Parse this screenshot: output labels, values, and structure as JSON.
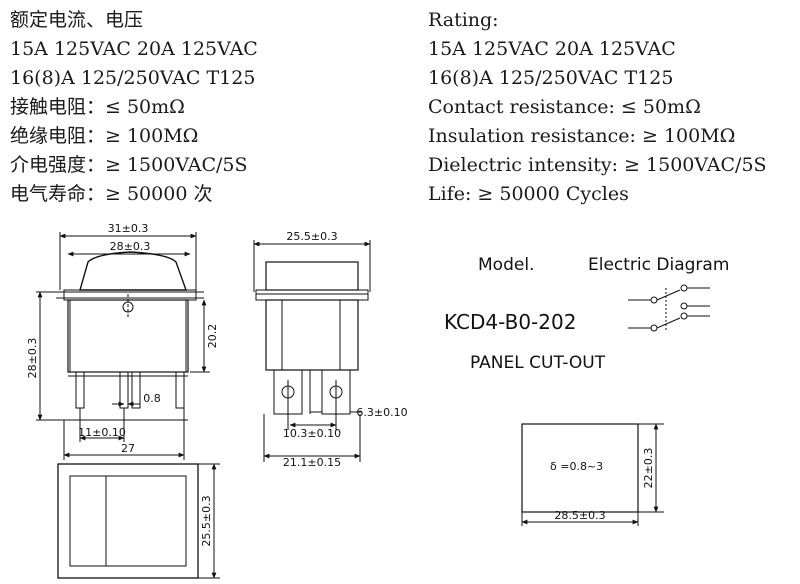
{
  "specs_cn": [
    "额定电流、电压",
    "15A 125VAC  20A 125VAC",
    "16(8)A 125/250VAC T125",
    "接触电阻：≤ 50mΩ",
    "绝缘电阻：≥ 100MΩ",
    "介电强度：≥ 1500VAC/5S",
    "电气寿命：≥ 50000 次"
  ],
  "specs_en": [
    "Rating:",
    "15A 125VAC  20A 125VAC",
    "16(8)A 125/250VAC T125",
    "Contact resistance: ≤ 50mΩ",
    "Insulation resistance: ≥ 100MΩ",
    "Dielectric intensity: ≥ 1500VAC/5S",
    "Life: ≥ 50000 Cycles"
  ],
  "front_view": {
    "dim_top_outer": "31±0.3",
    "dim_top_inner": "28±0.3",
    "dim_height": "28±0.3",
    "dim_right": "20.2",
    "dim_terminal": "0.8",
    "dim_spacing": "11±0.10",
    "dim_bottom": "27"
  },
  "side_view": {
    "dim_top": "25.5±0.3",
    "dim_terminal_thickness": "6.3±0.10",
    "dim_inner": "10.3±0.10",
    "dim_bottom": "21.1±0.15"
  },
  "bottom_view": {
    "dim_height": "25.5±0.3"
  },
  "labels": {
    "model": "Model.",
    "electric_diagram": "Electric Diagram",
    "model_number": "KCD4-B0-202",
    "panel_cutout": "PANEL CUT-OUT"
  },
  "cutout": {
    "thickness": "δ =0.8~3",
    "dim_height": "22±0.3",
    "dim_width": "28.5±0.3"
  }
}
